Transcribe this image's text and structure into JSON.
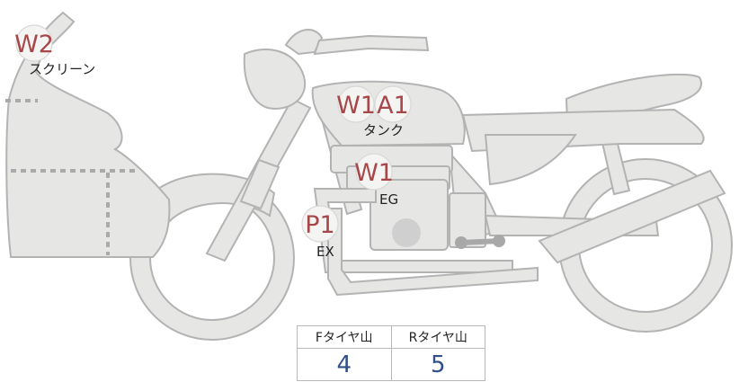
{
  "markers": {
    "screen": {
      "code": "W2",
      "label": "スクリーン"
    },
    "tank_w": {
      "code": "W1",
      "label": ""
    },
    "tank_a": {
      "code": "A1",
      "label": "タンク"
    },
    "engine": {
      "code": "W1",
      "label": "EG"
    },
    "exhaust": {
      "code": "P1",
      "label": "EX"
    }
  },
  "tire_table": {
    "front_header": "Fタイヤ山",
    "rear_header": "Rタイヤ山",
    "front_value": "4",
    "rear_value": "5"
  },
  "colors": {
    "marker_code": "#a8474a",
    "table_value": "#2f4f86",
    "bike_fill": "#e6e6e5",
    "bike_stroke": "#b3b3b3"
  }
}
